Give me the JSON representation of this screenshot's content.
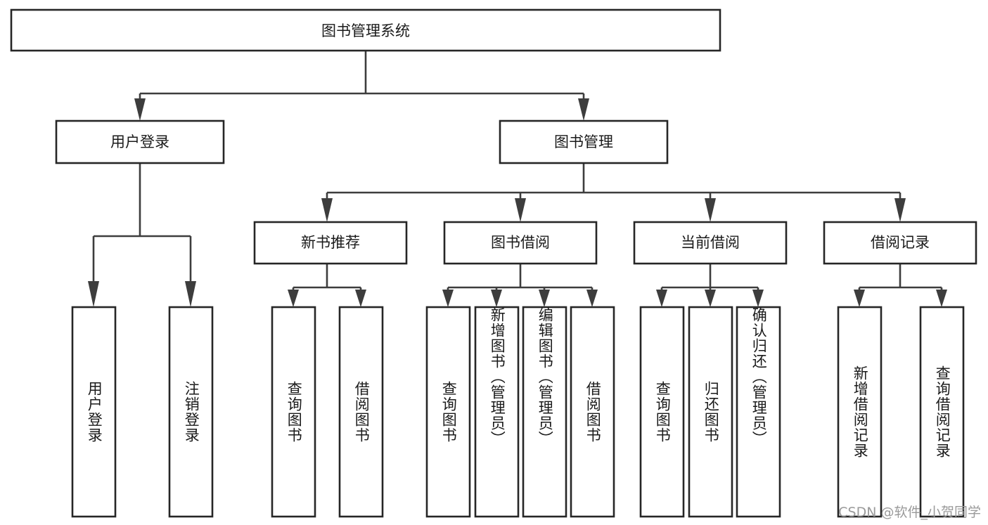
{
  "diagram": {
    "type": "tree",
    "title": "图书管理系统",
    "watermark": "CSDN @软件_小贺同学",
    "colors": {
      "box_stroke": "#262626",
      "connector": "#3d3d3d",
      "text": "#1a1a1a",
      "background": "#ffffff",
      "watermark": "#9a9a9a"
    },
    "levels": {
      "root": {
        "label": "图书管理系统"
      },
      "level2": [
        {
          "label": "用户登录"
        },
        {
          "label": "图书管理"
        }
      ],
      "level3": [
        {
          "label": "新书推荐"
        },
        {
          "label": "图书借阅"
        },
        {
          "label": "当前借阅"
        },
        {
          "label": "借阅记录"
        }
      ],
      "leaves_user_login": [
        {
          "label": "用户登录"
        },
        {
          "label": "注销登录"
        }
      ],
      "leaves_new_book": [
        {
          "label": "查询图书"
        },
        {
          "label": "借阅图书"
        }
      ],
      "leaves_borrow": [
        {
          "label": "查询图书"
        },
        {
          "label": "新增图书（管理员）"
        },
        {
          "label": "编辑图书（管理员）"
        },
        {
          "label": "借阅图书"
        }
      ],
      "leaves_current": [
        {
          "label": "查询图书"
        },
        {
          "label": "归还图书"
        },
        {
          "label": "确认归还（管理员）"
        }
      ],
      "leaves_records": [
        {
          "label": "新增借阅记录"
        },
        {
          "label": "查询借阅记录"
        }
      ]
    }
  }
}
